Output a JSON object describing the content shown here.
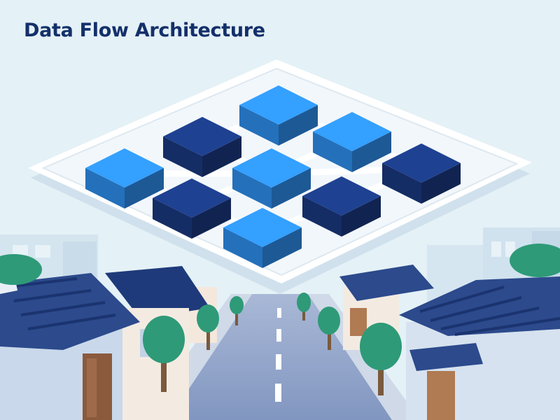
{
  "title": "Data Flow Architecture",
  "colors": {
    "background": "#e4f1f6",
    "title": "#14306b",
    "node_light": "#2e8ff0",
    "node_dark": "#1b3a82",
    "platform": "#ffffff",
    "roof": "#2c4a8c",
    "tree": "#2e9a78",
    "road": "#8a9fc4"
  },
  "grid": {
    "nodes": [
      {
        "id": "node-1",
        "shade": "light"
      },
      {
        "id": "node-2",
        "shade": "dark"
      },
      {
        "id": "node-3",
        "shade": "light"
      },
      {
        "id": "node-4",
        "shade": "light"
      },
      {
        "id": "node-5",
        "shade": "light"
      },
      {
        "id": "node-6",
        "shade": "dark"
      },
      {
        "id": "node-7",
        "shade": "dark"
      },
      {
        "id": "node-8",
        "shade": "dark"
      },
      {
        "id": "node-9",
        "shade": "light"
      }
    ]
  }
}
